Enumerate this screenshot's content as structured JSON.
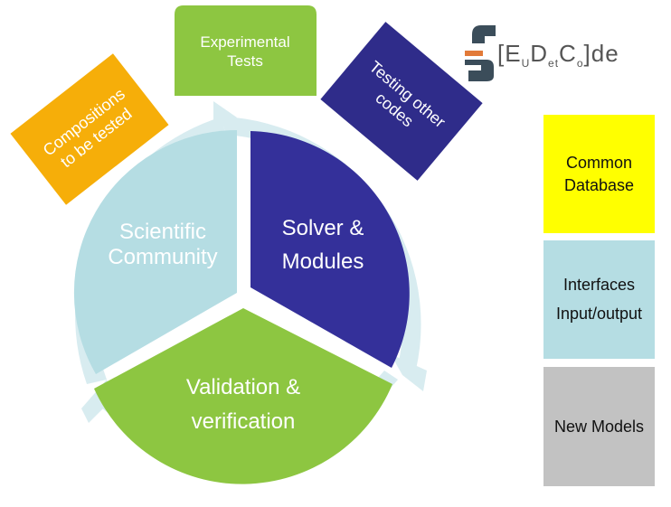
{
  "diagram": {
    "segments": {
      "scientific_community": {
        "line1": "Scientific",
        "line2": "Community",
        "color": "#b5dde3"
      },
      "solver_modules": {
        "line1": "Solver &",
        "line2": "Modules",
        "color": "#34309a"
      },
      "validation": {
        "line1": "Validation &",
        "line2": "verification",
        "color": "#8dc641"
      }
    },
    "boxes": {
      "experimental": {
        "line1": "Experimental",
        "line2": "Tests",
        "color": "#8dc641"
      },
      "compositions": {
        "line1": "Compositions",
        "line2": "to be tested",
        "color": "#f6ae09"
      },
      "testing": {
        "line1": "Testing other",
        "line2": "codes",
        "color": "#2f2c8a"
      }
    },
    "ring_color": "#d8ecf0"
  },
  "legend": {
    "common_db": {
      "line1": "Common",
      "line2": "Database",
      "color": "#ffff00"
    },
    "interfaces": {
      "line1": "Interfaces",
      "line2": "Input/output",
      "color": "#b5dde3"
    },
    "new_models": {
      "label": "New Models",
      "color": "#c2c2c2"
    }
  },
  "logo": {
    "bracket_open": "[",
    "e": "E",
    "u": "U",
    "d": "D",
    "et": "et",
    "c": "C",
    "o": "o",
    "bracket_close": "]",
    "de": "de"
  }
}
